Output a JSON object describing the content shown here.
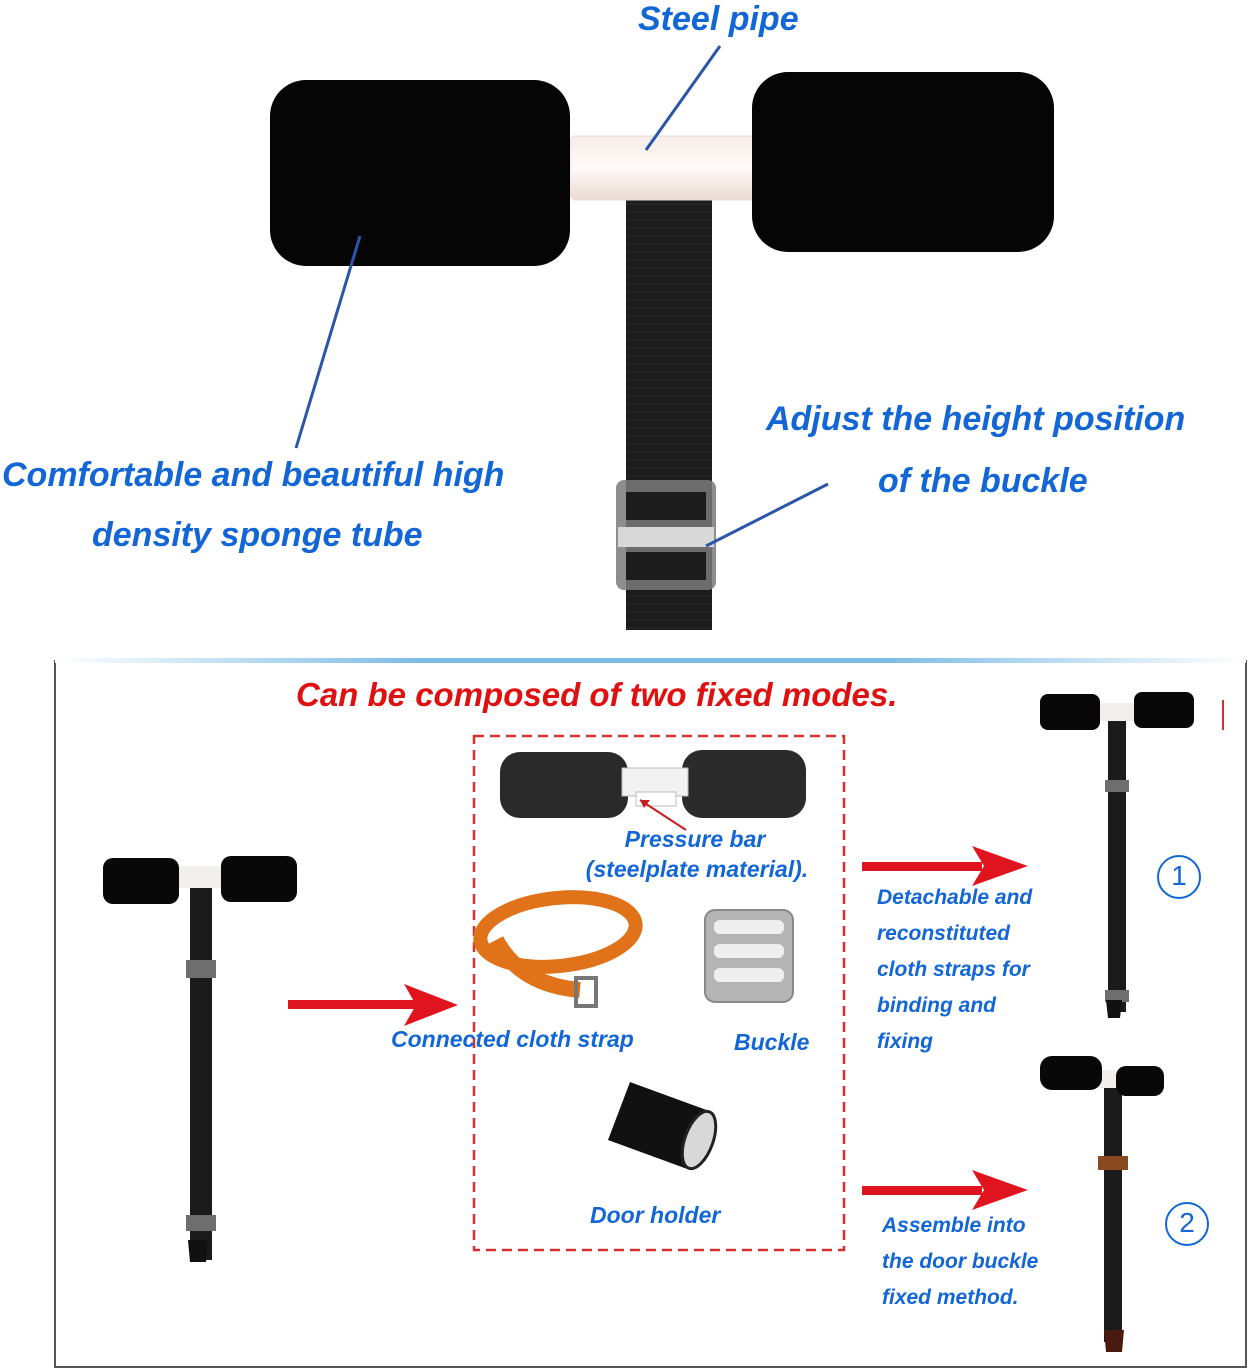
{
  "top": {
    "steel_pipe": "Steel pipe",
    "sponge_line1": "Comfortable and beautiful high",
    "sponge_line2": "density sponge tube",
    "adjust_line1": "Adjust the height position",
    "adjust_line2": "of the buckle"
  },
  "bottom": {
    "heading": "Can be composed of two fixed modes.",
    "pressure_bar_line1": "Pressure bar",
    "pressure_bar_line2": "(steelplate material).",
    "strap": "Connected cloth strap",
    "buckle": "Buckle",
    "door_holder": "Door holder",
    "mode1_lines": [
      "Detachable and",
      "reconstituted",
      "cloth straps for",
      "binding and",
      "fixing"
    ],
    "mode2_lines": [
      "Assemble into",
      "the door buckle",
      "fixed method."
    ],
    "mode1_number": "1",
    "mode2_number": "2"
  },
  "colors": {
    "label_blue": "#1266d6",
    "heading_red": "#e01010",
    "arrow_red": "#e0141e",
    "dashed_red": "#d83030"
  }
}
